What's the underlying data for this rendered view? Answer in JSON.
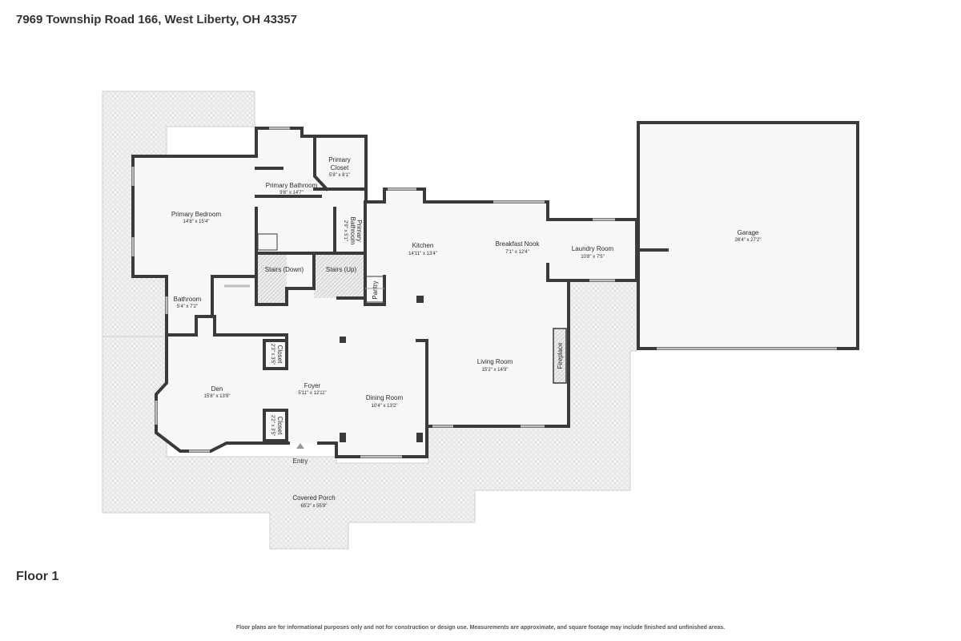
{
  "header": {
    "address": "7969 Township Road 166, West Liberty, OH 43357"
  },
  "floor": {
    "label": "Floor 1"
  },
  "footer": {
    "disclaimer": "Floor plans are for informational purposes only and not for construction or design use. Measurements are approximate, and square footage may include finished and unfinished areas."
  },
  "rooms": {
    "primary_closet": {
      "name": "Primary\nCloset",
      "dims": "5'8\" x 8'1\""
    },
    "primary_bathroom": {
      "name": "Primary Bathroom",
      "dims": "9'8\" x 14'7\""
    },
    "primary_bathroom_small": {
      "name": "Primary\nBathroom",
      "dims": "2'9\" x 5'1\""
    },
    "primary_bedroom": {
      "name": "Primary Bedroom",
      "dims": "14'8\" x 15'4\""
    },
    "kitchen": {
      "name": "Kitchen",
      "dims": "14'11\" x 13'4\""
    },
    "breakfast_nook": {
      "name": "Breakfast Nook",
      "dims": "7'1\" x 12'4\""
    },
    "laundry_room": {
      "name": "Laundry Room",
      "dims": "10'8\" x 7'5\""
    },
    "garage": {
      "name": "Garage",
      "dims": "26'4\" x 27'2\""
    },
    "stairs_down": {
      "name": "Stairs (Down)"
    },
    "stairs_up": {
      "name": "Stairs (Up)"
    },
    "pantry": {
      "name": "Pantry"
    },
    "bathroom": {
      "name": "Bathroom",
      "dims": "5'4\" x 7'2\""
    },
    "closet_upper": {
      "name": "Closet",
      "dims": "2'3\" x 3'5\""
    },
    "closet_lower": {
      "name": "Closet",
      "dims": "2'2\" x 3'5\""
    },
    "den": {
      "name": "Den",
      "dims": "15'8\" x 13'8\""
    },
    "foyer": {
      "name": "Foyer",
      "dims": "5'11\" x 12'11\""
    },
    "dining_room": {
      "name": "Dining Room",
      "dims": "10'4\" x 13'2\""
    },
    "living_room": {
      "name": "Living Room",
      "dims": "15'2\" x 14'9\""
    },
    "fireplace": {
      "name": "Fireplace"
    },
    "entry": {
      "name": "Entry"
    },
    "covered_porch": {
      "name": "Covered Porch",
      "dims": "65'2\" x 55'9\""
    }
  }
}
